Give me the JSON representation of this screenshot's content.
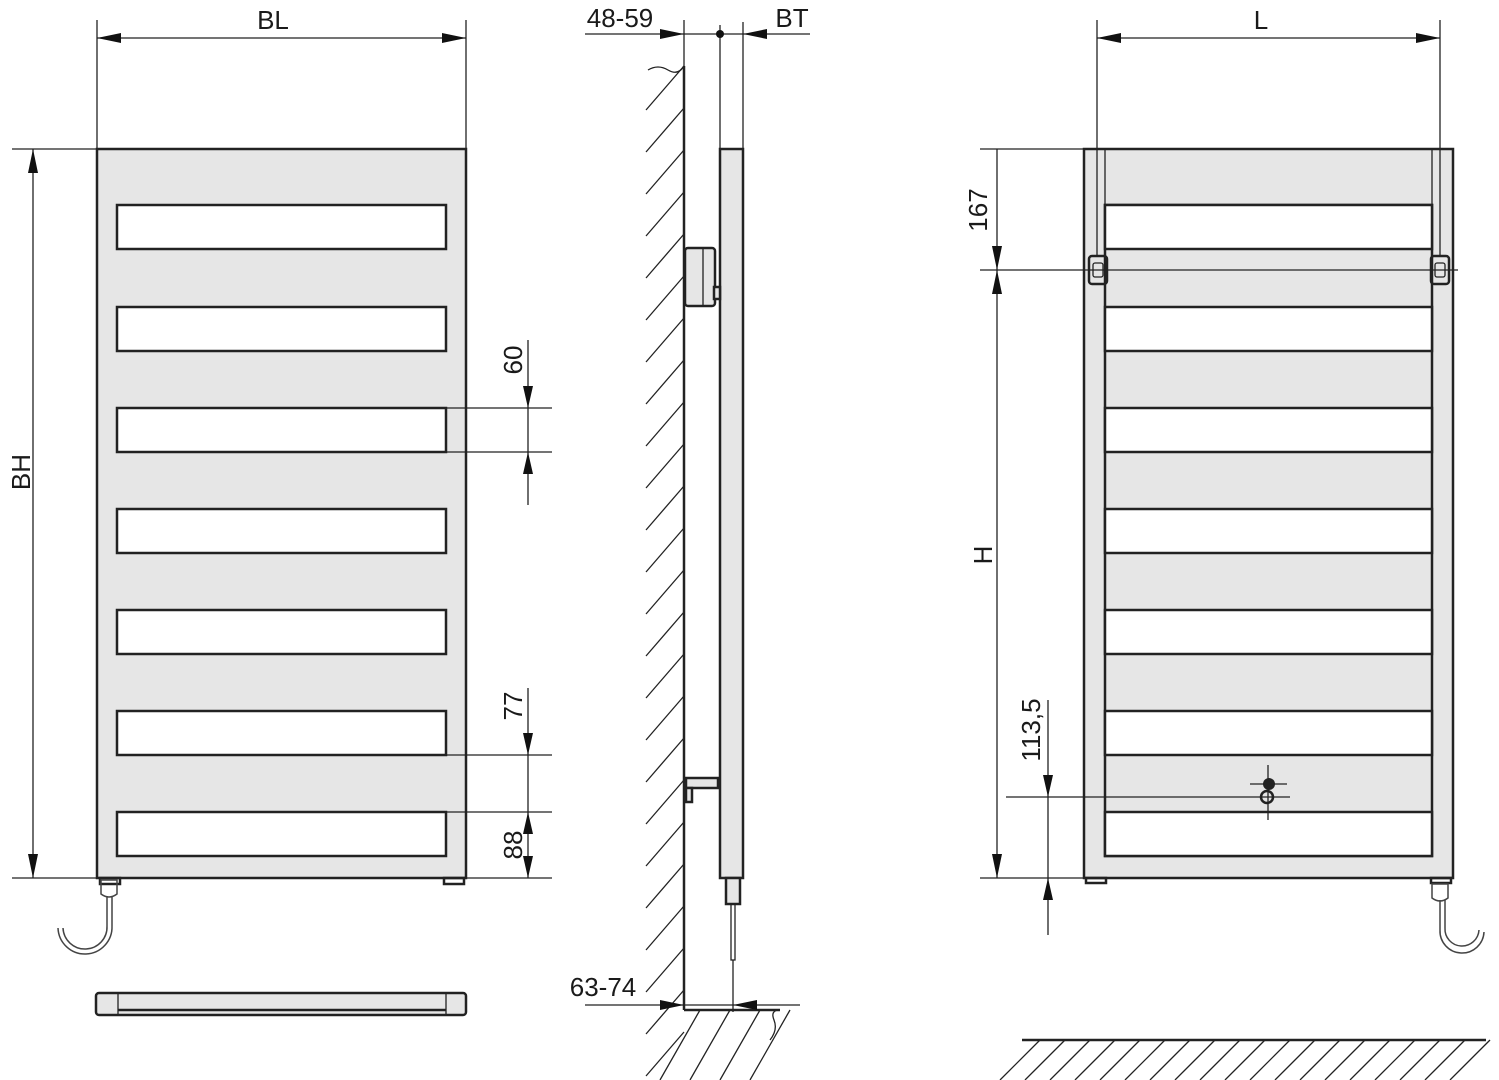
{
  "title": "Towel radiator dimension drawing",
  "colors": {
    "panel": "#e6e6e6",
    "line": "#222222"
  },
  "labels": {
    "front_width": "BL",
    "front_height": "BH",
    "slot_height": "60",
    "slot_gap": "77",
    "bottom_slot_offset": "88",
    "wall_distance_top": "48-59",
    "depth": "BT",
    "wall_distance_bottom": "63-74",
    "rear_width": "L",
    "bracket_top_offset": "167",
    "bracket_spacing": "H",
    "connection_height": "113,5"
  }
}
